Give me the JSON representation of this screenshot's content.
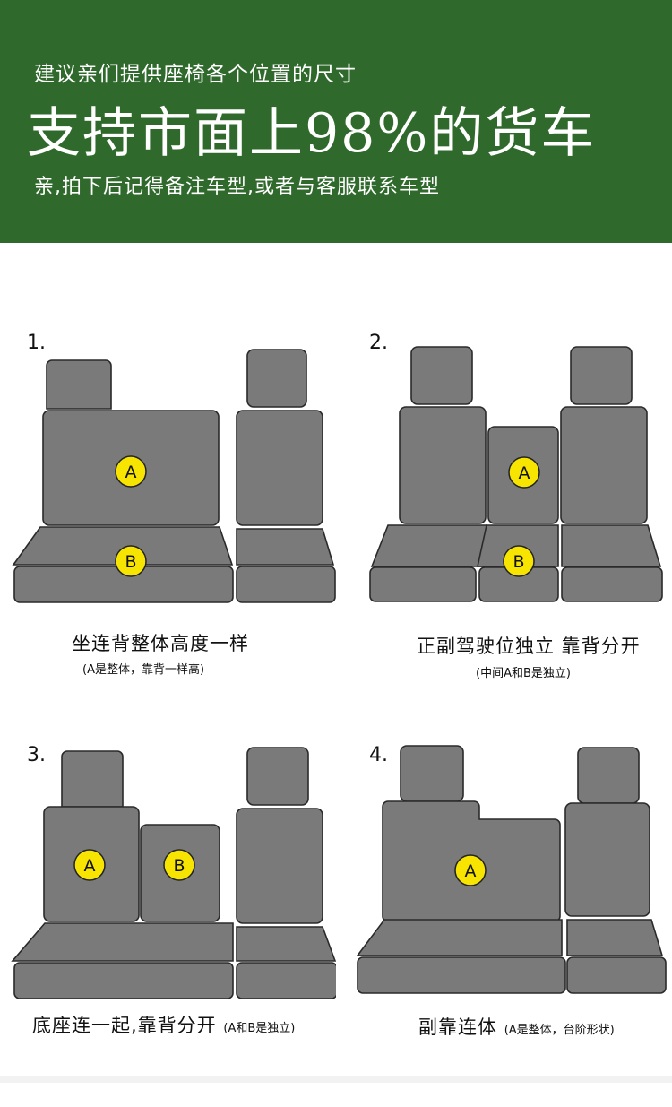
{
  "banner": {
    "subtitle": "建议亲们提供座椅各个位置的尺寸",
    "title": "支持市面上98%的货车",
    "note": "亲,拍下后记得备注车型,或者与客服联系车型",
    "background_color": "#2f6a2c"
  },
  "seat_color": "#7a7a7a",
  "badge_color": "#f7e400",
  "panels": [
    {
      "number": "1.",
      "caption": "坐连背整体高度一样",
      "caption_note": "(A是整体，靠背一样高)",
      "badges": [
        "A",
        "B"
      ]
    },
    {
      "number": "2.",
      "caption": "正副驾驶位独立 靠背分开",
      "caption_note": "(中间A和B是独立)",
      "badges": [
        "A",
        "B"
      ]
    },
    {
      "number": "3.",
      "caption": "底座连一起,靠背分开",
      "caption_note": "(A和B是独立)",
      "badges": [
        "A",
        "B"
      ]
    },
    {
      "number": "4.",
      "caption": "副靠连体",
      "caption_note": "(A是整体，台阶形状)",
      "badges": [
        "A"
      ]
    }
  ]
}
